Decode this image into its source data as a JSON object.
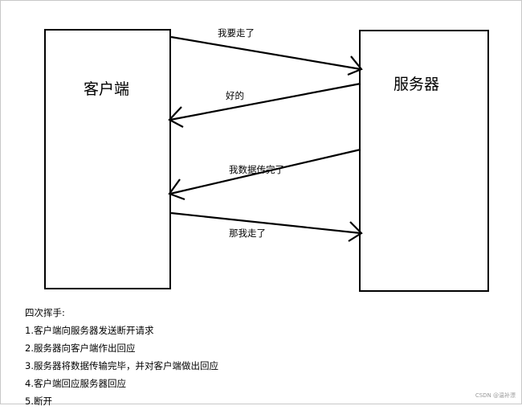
{
  "diagram": {
    "client_label": "客户端",
    "server_label": "服务器",
    "messages": [
      {
        "text": "我要走了",
        "direction": "client-to-server"
      },
      {
        "text": "好的",
        "direction": "server-to-client"
      },
      {
        "text": "我数据传完了",
        "direction": "server-to-client"
      },
      {
        "text": "那我走了",
        "direction": "client-to-server"
      }
    ]
  },
  "notes": {
    "title": "四次挥手:",
    "steps": [
      "1.客户端向服务器发送断开请求",
      "2.服务器向客户端作出回应",
      "3.服务器将数据传输完毕，并对客户端做出回应",
      "4.客户端回应服务器回应",
      "5.断开"
    ]
  },
  "watermark": "CSDN @温补漂",
  "colors": {
    "stroke": "#000000",
    "background": "#ffffff"
  }
}
